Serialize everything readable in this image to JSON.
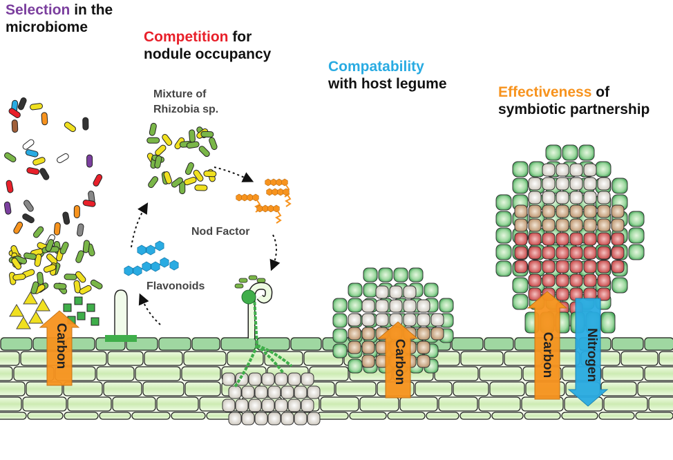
{
  "headings": {
    "selection": {
      "key": "Selection",
      "rest": " in the",
      "line2": "microbiome"
    },
    "competition": {
      "key": "Competition",
      "rest": " for",
      "line2": "nodule occupancy"
    },
    "compatability": {
      "key": "Compatability",
      "rest": "",
      "line2": "with host legume"
    },
    "effectiveness": {
      "key": "Effectiveness",
      "rest": " of",
      "line2": "symbiotic partnership"
    }
  },
  "labels": {
    "mixture_line1": "Mixture of",
    "mixture_line2": "Rhizobia sp.",
    "nod_factor": "Nod Factor",
    "flavonoids": "Flavonoids"
  },
  "arrows": {
    "carbon": "Carbon",
    "nitrogen": "Nitrogen"
  },
  "colors": {
    "selection": "#7b3f9e",
    "competition": "#e8202a",
    "compatability": "#29abe2",
    "effectiveness": "#f7931e",
    "carbon_arrow": "#f7931e",
    "nitrogen_arrow": "#29abe2",
    "root_cell": "#d8f0c0",
    "nodule_green": "#5fbf6a",
    "nodule_brown": "#c9a27a",
    "nodule_red": "#c94a4a",
    "rhizobia_yellow": "#f0e020",
    "rhizobia_green": "#7ab648",
    "flavonoid": "#29abe2",
    "nod_factor": "#f7931e"
  }
}
